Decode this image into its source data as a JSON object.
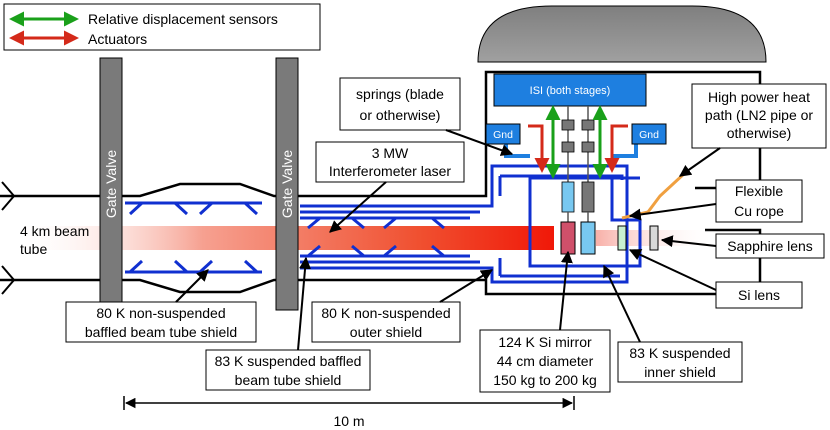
{
  "legend": {
    "sensors": "Relative displacement sensors",
    "actuators": "Actuators",
    "sensor_color": "#1aa01a",
    "actuator_color": "#d42a1a"
  },
  "gate_valves": [
    "Gate Valve",
    "Gate Valve"
  ],
  "isi": {
    "label": "ISI (both stages)",
    "color": "#1e7fe0"
  },
  "gnd_left": "Gnd",
  "gnd_right": "Gnd",
  "labels": {
    "beam_tube": [
      "4 km beam",
      "tube"
    ],
    "springs": [
      "springs (blade",
      "or otherwise)"
    ],
    "laser": [
      "3 MW",
      "Interferometer laser"
    ],
    "heat_path": [
      "High power heat",
      "path (LN2 pipe or",
      "otherwise)"
    ],
    "cu_rope": [
      "Flexible",
      "Cu rope"
    ],
    "sapphire": "Sapphire lens",
    "si_lens": "Si lens",
    "baffled_shield": [
      "80 K non-suspended",
      "baffled beam tube shield"
    ],
    "outer_shield": [
      "80 K non-suspended",
      "outer shield"
    ],
    "suspended_baffled": [
      "83 K suspended baffled",
      "beam tube shield"
    ],
    "mirror": [
      "124 K Si mirror",
      "44 cm diameter",
      "150 kg to 200 kg"
    ],
    "inner_shield": [
      "83 K suspended",
      "inner shield"
    ],
    "scale": "10 m"
  },
  "colors": {
    "shield_blue": "#1030d0",
    "beam_red": "#f02010",
    "gate_gray": "#7a7a7a",
    "dome_gray": "#8c8c8c",
    "mirror_red": "#d0506a",
    "pad_blue": "#78c8f0",
    "pipe_orange": "#f0a040"
  }
}
